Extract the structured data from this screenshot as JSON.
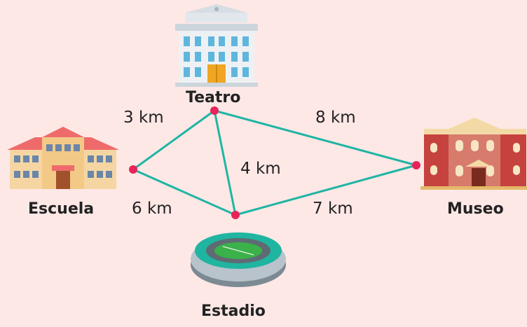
{
  "places": {
    "teatro": "Teatro",
    "escuela": "Escuela",
    "museo": "Museo",
    "estadio": "Estadio"
  },
  "distances": {
    "teatro_escuela": "3 km",
    "teatro_museo": "8 km",
    "teatro_estadio": "4 km",
    "escuela_estadio": "6 km",
    "estadio_museo": "7 km"
  },
  "colors": {
    "background": "#fde8e6",
    "route": "#1fb5a3",
    "node": "#e8235a"
  }
}
